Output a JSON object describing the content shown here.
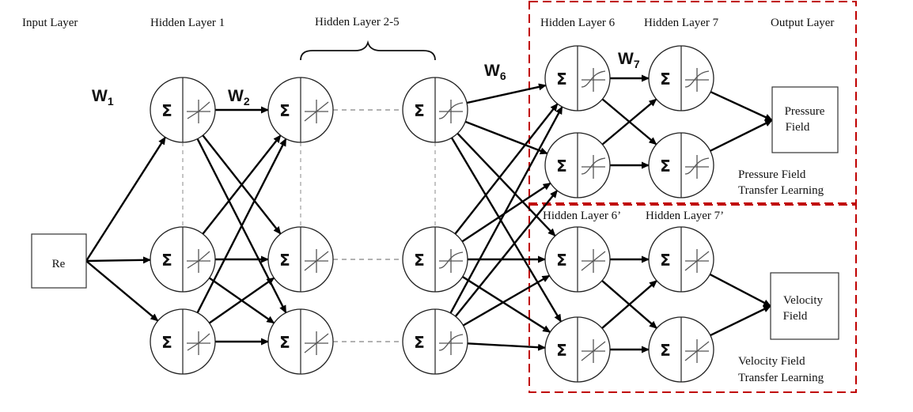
{
  "layers": {
    "input": "Input Layer",
    "hidden1": "Hidden Layer 1",
    "hidden2_5": "Hidden Layer 2-5",
    "hidden6": "Hidden Layer 6",
    "hidden7": "Hidden Layer 7",
    "output": "Output Layer",
    "hidden6p": "Hidden Layer 6’",
    "hidden7p": "Hidden Layer 7’"
  },
  "weights": {
    "w1": {
      "main": "W",
      "sub": "1"
    },
    "w2": {
      "main": "W",
      "sub": "2"
    },
    "w6": {
      "main": "W",
      "sub": "6"
    },
    "w7": {
      "main": "W",
      "sub": "7"
    }
  },
  "node_symbol": "Σ",
  "input_box": "Re",
  "outputs": {
    "pressure": {
      "line1": "Pressure",
      "line2": "Field"
    },
    "velocity": {
      "line1": "Velocity",
      "line2": "Field"
    }
  },
  "transfer": {
    "pressure": {
      "line1": "Pressure Field",
      "line2": "Transfer Learning"
    },
    "velocity": {
      "line1": "Velocity Field",
      "line2": "Transfer Learning"
    }
  },
  "colors": {
    "edge": "#000000",
    "highlight_box": "#c00000"
  }
}
